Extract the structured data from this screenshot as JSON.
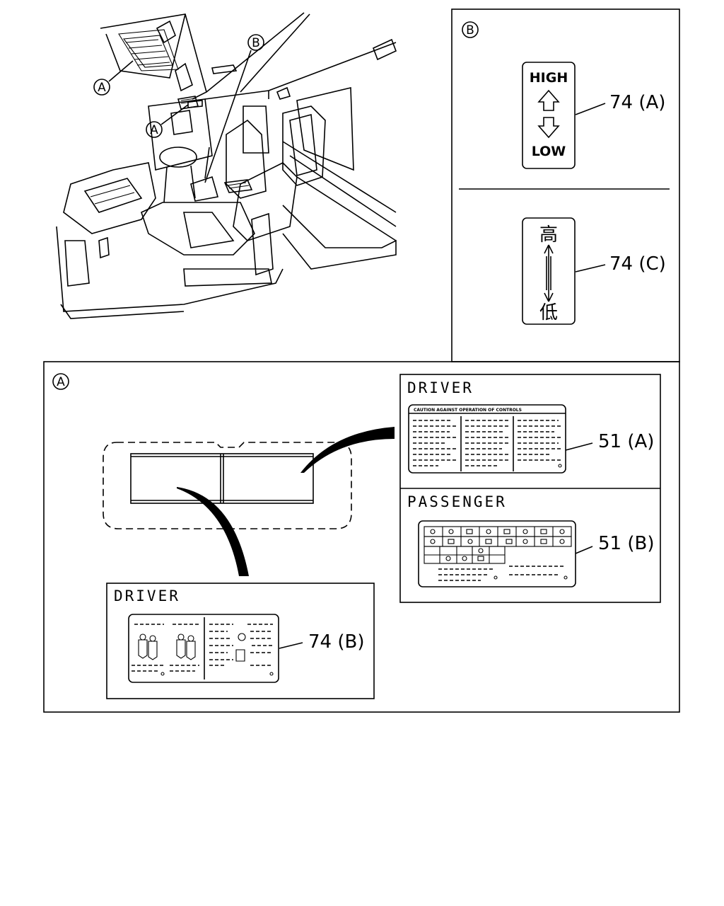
{
  "detail_b": {
    "circle_label": "B",
    "switch_high_text": "HIGH",
    "switch_low_text": "LOW",
    "part_74a": "74 (A)",
    "kanji_high": "高",
    "kanji_low": "低",
    "part_74c": "74 (C)"
  },
  "detail_a": {
    "circle_label": "A",
    "driver_upper_title": "DRIVER",
    "driver_label_heading": "CAUTION AGAINST OPERATION OF CONTROLS",
    "part_51a": "51 (A)",
    "passenger_title": "PASSENGER",
    "part_51b": "51 (B)",
    "driver_lower_title": "DRIVER",
    "part_74b": "74 (B)"
  },
  "cab_view": {
    "callout_a_upper": "A",
    "callout_a_lower": "A",
    "callout_b": "B"
  }
}
